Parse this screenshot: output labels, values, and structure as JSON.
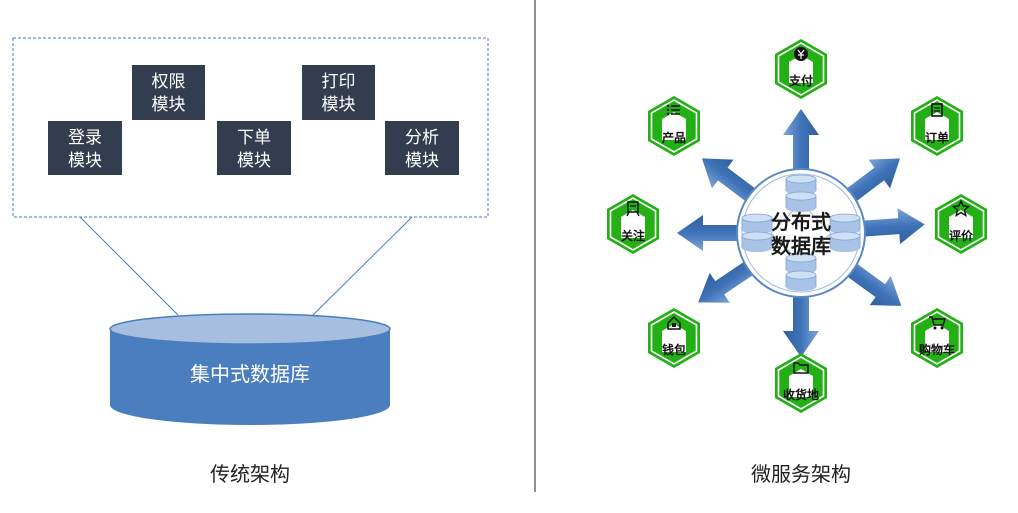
{
  "traditional": {
    "modules": [
      {
        "line1": "权限",
        "line2": "模块"
      },
      {
        "line1": "打印",
        "line2": "模块"
      },
      {
        "line1": "登录",
        "line2": "模块"
      },
      {
        "line1": "下单",
        "line2": "模块"
      },
      {
        "line1": "分析",
        "line2": "模块"
      }
    ],
    "database_label": "集中式数据库",
    "caption": "传统架构"
  },
  "microservice": {
    "center_line1": "分布式",
    "center_line2": "数据库",
    "services": [
      {
        "label": "支付",
        "icon": "yen-coin-icon"
      },
      {
        "label": "订单",
        "icon": "order-receipt-icon"
      },
      {
        "label": "评价",
        "icon": "star-icon"
      },
      {
        "label": "购物车",
        "icon": "shopping-cart-icon"
      },
      {
        "label": "收货地",
        "icon": "folder-icon"
      },
      {
        "label": "钱包",
        "icon": "wallet-icon"
      },
      {
        "label": "关注",
        "icon": "follow-icon"
      },
      {
        "label": "产品",
        "icon": "list-icon"
      }
    ],
    "caption": "微服务架构"
  },
  "colors": {
    "module_box": "#323e4f",
    "cylinder_body": "#4a7ebf",
    "cylinder_top": "#a6bedf",
    "hex_green": "#22b014",
    "arrow_blue": "#4a7ebf",
    "divider": "#222222"
  }
}
